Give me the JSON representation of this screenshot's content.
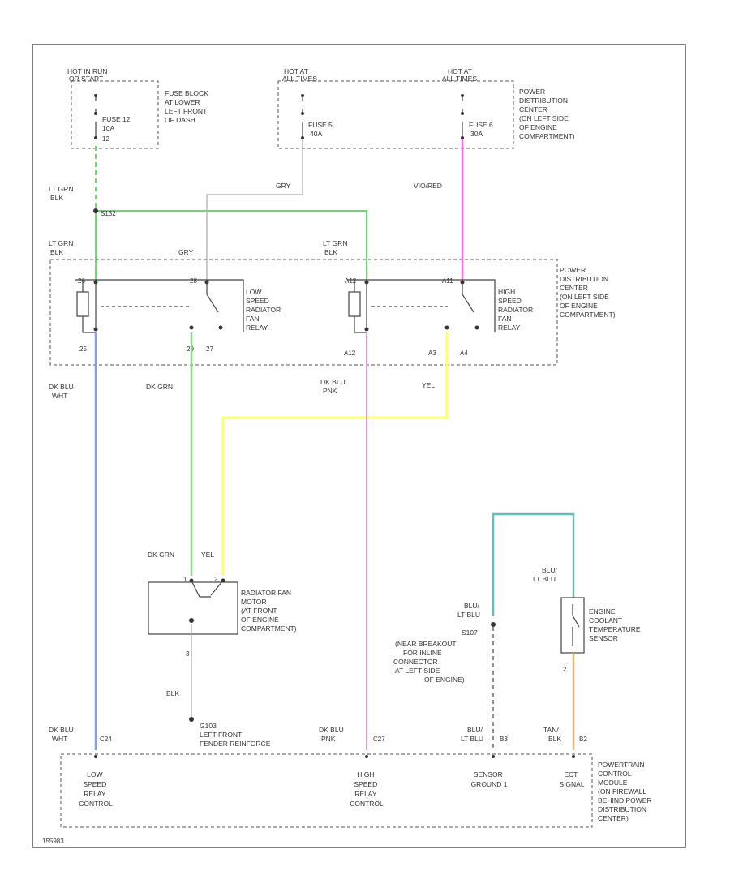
{
  "colors": {
    "lt_grn": "#66dd66",
    "pink": "#ff66dd",
    "dk_blu": "#8899ee",
    "dk_grn": "#88dd88",
    "yel": "#ffff66",
    "pnk": "#dd99dd",
    "teal": "#66bbbb",
    "tan": "#ddbb66",
    "gray": "#aaaaaa"
  },
  "fuses": {
    "hot_run": [
      "HOT IN RUN",
      "OR START"
    ],
    "fuse12_block": [
      "FUSE BLOCK",
      "AT LOWER",
      "LEFT FRONT",
      "OF DASH"
    ],
    "fuse12": [
      "FUSE 12",
      "10A"
    ],
    "fuse12_pin": "12",
    "hot_at_all_1": [
      "HOT AT",
      "ALL TIMES"
    ],
    "fuse5": [
      "FUSE 5",
      "40A"
    ],
    "hot_at_all_2": [
      "HOT AT",
      "ALL TIMES"
    ],
    "fuse6": [
      "FUSE 6",
      "30A"
    ],
    "pdc_top": [
      "POWER",
      "DISTRIBUTION",
      "CENTER",
      "(ON LEFT SIDE",
      "OF ENGINE",
      "COMPARTMENT)"
    ]
  },
  "wires": {
    "lt_grn_blk_1": [
      "LT GRN",
      "BLK"
    ],
    "gry_1": "GRY",
    "vio_red": "VIO/RED",
    "splice": "S132",
    "lt_grn_blk_2": [
      "LT GRN",
      "BLK"
    ],
    "gry_2": "GRY",
    "lt_grn_blk_3": [
      "LT GRN",
      "BLK"
    ],
    "dk_blu_wht_1": [
      "DK BLU",
      "WHT"
    ],
    "dk_grn_1": "DK GRN",
    "dk_blu_pnk_1": [
      "DK BLU",
      "PNK"
    ],
    "yel_1": "YEL",
    "dk_grn_2": "DK GRN",
    "yel_2": "YEL",
    "blk": "BLK",
    "blu_ltblu_1": [
      "BLU/",
      "LT BLU"
    ],
    "blu_ltblu_2": [
      "BLU/",
      "LT BLU"
    ],
    "blu_ltblu_3": [
      "BLU/",
      "LT BLU"
    ],
    "tan_blk": [
      "TAN/",
      "BLK"
    ],
    "dk_blu_wht_2": [
      "DK BLU",
      "WHT"
    ],
    "dk_blu_pnk_2": [
      "DK BLU",
      "PNK"
    ]
  },
  "relays": {
    "low": {
      "label": [
        "LOW",
        "SPEED",
        "RADIATOR",
        "FAN",
        "RELAY"
      ],
      "pins": [
        "26",
        "28",
        "25",
        "29",
        "27"
      ]
    },
    "high": {
      "label": [
        "HIGH",
        "SPEED",
        "RADIATOR",
        "FAN",
        "RELAY"
      ],
      "pins": [
        "A12",
        "A11",
        "A12",
        "A3",
        "A4"
      ]
    },
    "pdc_mid": [
      "POWER",
      "DISTRIBUTION",
      "CENTER",
      "(ON LEFT SIDE",
      "OF ENGINE",
      "COMPARTMENT)"
    ]
  },
  "motor": {
    "label": [
      "RADIATOR FAN",
      "MOTOR",
      "(AT FRONT",
      "OF ENGINE",
      "COMPARTMENT)"
    ],
    "pins": [
      "1",
      "2",
      "3"
    ]
  },
  "ground": {
    "label": [
      "G103",
      "LEFT FRONT",
      "FENDER REINFORCE"
    ]
  },
  "sensor": {
    "label": [
      "ENGINE",
      "COOLANT",
      "TEMPERATURE",
      "SENSOR"
    ],
    "pin": "2",
    "splice_id": "S107",
    "splice_label": [
      "(NEAR BREAKOUT",
      "FOR INLINE",
      "CONNECTOR",
      "AT LEFT SIDE",
      "OF ENGINE)"
    ]
  },
  "pcm": {
    "pins": [
      "C24",
      "C27",
      "B3",
      "B2"
    ],
    "terminals": {
      "low": [
        "LOW",
        "SPEED",
        "RELAY",
        "CONTROL"
      ],
      "high": [
        "HIGH",
        "SPEED",
        "RELAY",
        "CONTROL"
      ],
      "ground": [
        "SENSOR",
        "GROUND 1"
      ],
      "ect": [
        "ECT",
        "SIGNAL"
      ]
    },
    "label": [
      "POWERTRAIN",
      "CONTROL",
      "MODULE",
      "(ON FIREWALL",
      "BEHIND POWER",
      "DISTRIBUTION",
      "CENTER)"
    ]
  },
  "footer": "155983"
}
